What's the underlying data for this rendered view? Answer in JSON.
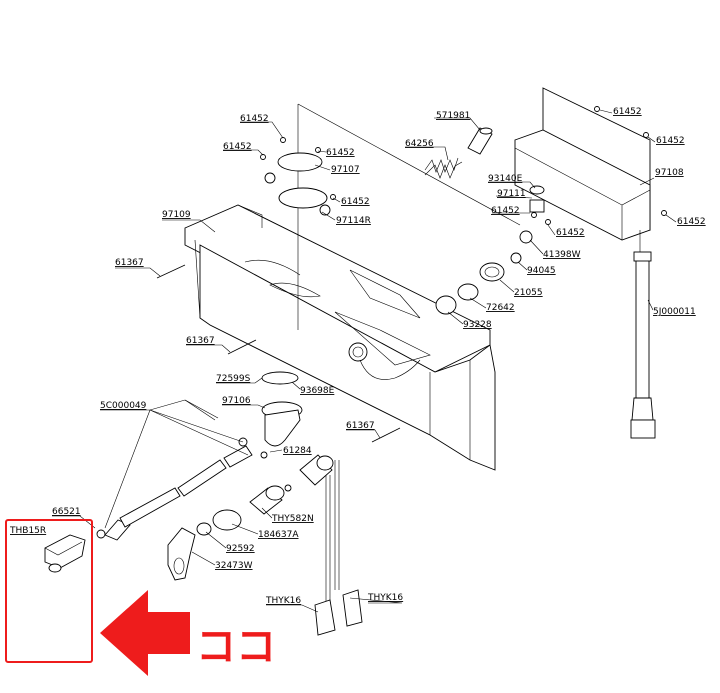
{
  "diagram": {
    "parts": {
      "screw_a": "61452",
      "screw_b": "61452",
      "screw_c": "61452",
      "screw_d": "61452",
      "screw_e": "61452",
      "screw_f": "61452",
      "screw_g": "61452",
      "screw_h": "61452",
      "screw_i": "61452",
      "bracket_top": "97107",
      "bracket_bottom": "97114R",
      "tray": "97109",
      "sleeve": "571981",
      "spring": "64256",
      "cover_plate": "97108",
      "nut_93140e": "93140E",
      "washer_97111": "97111",
      "fitting_41398w": "41398W",
      "nut_94045": "94045",
      "ring_21055": "21055",
      "ring_72642": "72642",
      "ring_93228": "93228",
      "pipe_5j": "5J000011",
      "bolt_a": "61367",
      "bolt_b": "61367",
      "bolt_c": "61367",
      "oring_72599s": "72599S",
      "gasket_93698e": "93698E",
      "drain_97106": "97106",
      "elbow_61284": "61284",
      "cable_5c": "5C000049",
      "cap_66521": "66521",
      "thb15r": "THB15R",
      "thy582n": "THY582N",
      "cap_184637a": "184637A",
      "washer_92592": "92592",
      "lever_32473w": "32473W",
      "valve_left": "THYK16",
      "valve_right": "THYK16"
    },
    "callout_text": "ココ",
    "highlight_color": "#ee1c1c"
  }
}
